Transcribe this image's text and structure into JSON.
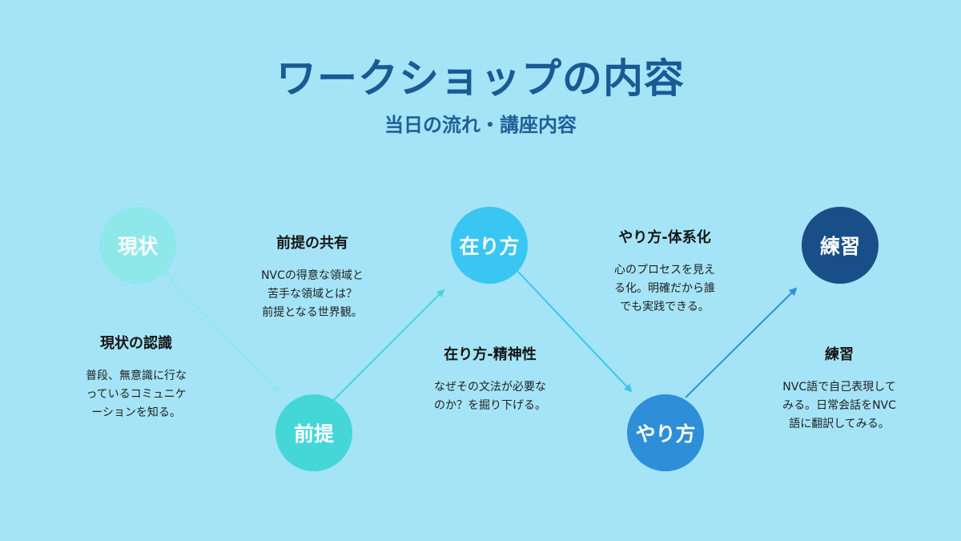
{
  "title": "ワークショップの内容",
  "subtitle": "当日の流れ・講座内容",
  "steps": [
    {
      "label": "現状",
      "color": "#8ee8ea",
      "heading": "現状の認識",
      "lines": [
        "普段、無意識に行な",
        "っているコミュニケ",
        "ーションを知る。"
      ]
    },
    {
      "label": "前提",
      "color": "#45d6d8",
      "heading": "前提の共有",
      "lines": [
        "NVCの得意な領域と",
        "苦手な領域とは？",
        "前提となる世界観。"
      ]
    },
    {
      "label": "在り方",
      "color": "#39c6f2",
      "heading": "在り方-精神性",
      "lines": [
        "なぜその文法が必要な",
        "のか？を掘り下げる。"
      ]
    },
    {
      "label": "やり方",
      "color": "#2e8fd8",
      "heading": "やり方-体系化",
      "lines": [
        "心のプロセスを見え",
        "る化。明確だから誰",
        "でも実践できる。"
      ]
    },
    {
      "label": "練習",
      "color": "#184f88",
      "heading": "練習",
      "lines": [
        "NVC語で自己表現して",
        "みる。日常会話をNVC",
        "語に翻訳してみる。"
      ]
    }
  ],
  "arrow_colors": [
    "#8ee8ea",
    "#45d6d8",
    "#39c6f2",
    "#2e8fd8"
  ]
}
